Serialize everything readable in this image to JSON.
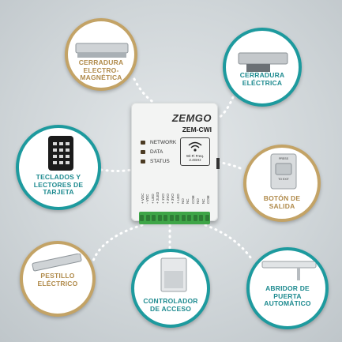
{
  "device": {
    "brand": "ZEMGO",
    "model": "ZEM-CWI",
    "leds": [
      "NETWORK",
      "DATA",
      "STATUS"
    ],
    "wifi_line1": "Wi-Fi Freq.",
    "wifi_line2": "2.4GHz",
    "pins": [
      "+ VDC",
      "- VDC",
      "+ LED",
      "+ 2LED",
      "+ 1VO",
      "+ 2VO",
      "+ 3VO",
      "+ LED",
      "NO",
      "NC",
      "COM",
      "NO",
      "NC",
      "COM"
    ]
  },
  "items": {
    "mag_lock": [
      "CERRADURA",
      "ELECTRO-",
      "MAGNÉTICA"
    ],
    "strike": [
      "CERRADURA",
      "ELÉCTRICA"
    ],
    "keypad": [
      "TECLADOS Y",
      "LECTORES DE",
      "TARJETA"
    ],
    "exit_button": [
      "BOTÓN DE",
      "SALIDA"
    ],
    "bolt": [
      "PESTILLO",
      "ELÉCTRICO"
    ],
    "controller": [
      "CONTROLADOR",
      "DE ACCESO"
    ],
    "opener": [
      "ABRIDOR DE",
      "PUERTA",
      "AUTOMÁTICO"
    ],
    "exit_button_face": [
      "PRESS",
      "TO EXIT"
    ]
  },
  "colors": {
    "teal": "#1d9a9e",
    "gold": "#c3a366"
  }
}
